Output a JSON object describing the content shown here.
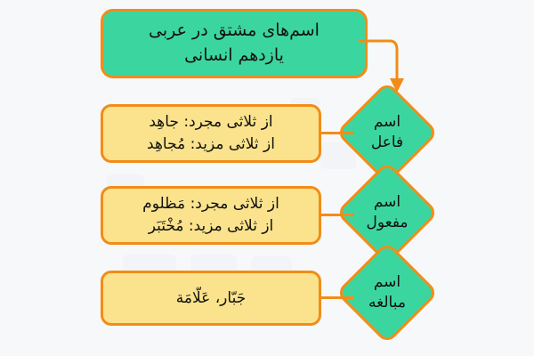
{
  "diagram": {
    "title_box": {
      "lines": [
        "اسم‌های مشتق در عربی",
        "یازدهم انسانی"
      ]
    },
    "branches": [
      {
        "diamond": {
          "lines": [
            "اسم",
            "فاعل"
          ]
        },
        "info": {
          "lines": [
            "از ثلاثی مجرد: جاهِد",
            "از ثلاثی مزید: مُجاهِد"
          ]
        }
      },
      {
        "diamond": {
          "lines": [
            "اسم",
            "مفعول"
          ]
        },
        "info": {
          "lines": [
            "از ثلاثی مجرد: مَظلوم",
            "از ثلاثی مزید: مُخْتَبَر"
          ]
        }
      },
      {
        "diamond": {
          "lines": [
            "اسم",
            "مبالغه"
          ]
        },
        "info": {
          "lines": [
            "جَبّار، عَلّامَة"
          ]
        }
      }
    ],
    "colors": {
      "background": "#f7f8fa",
      "green_fill": "#3bd6a0",
      "yellow_fill": "#fae38c",
      "border_orange": "#f28c18",
      "text": "#111111",
      "watermark": "#eef0f5"
    }
  }
}
